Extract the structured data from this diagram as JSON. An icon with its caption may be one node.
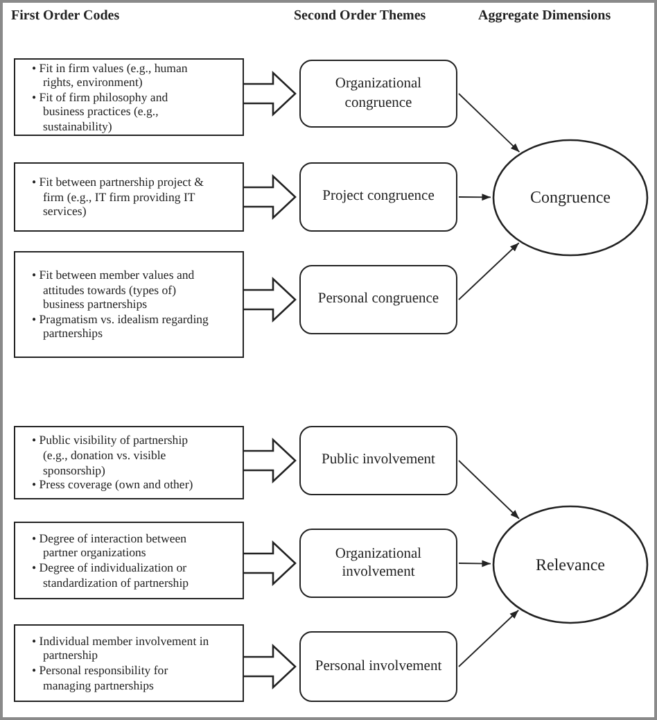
{
  "diagram": {
    "nodes": [
      {
        "text": [
          "• Fit in firm values (e.g., human rights, environment)",
          "• Fit of firm philosophy and  business practices (e.g., sustainability)"
        ]
      },
      {
        "text": [
          "Organizational congruence"
        ]
      },
      {
        "text": [
          "• Fit between partnership project & firm (e.g., IT firm providing IT services)"
        ]
      },
      {
        "text": [
          "Project congruence"
        ]
      },
      {
        "text": [
          "• Fit between member values and attitudes towards (types of) business partnerships",
          "• Pragmatism vs. idealism regarding partnerships"
        ]
      },
      {
        "text": [
          "Personal congruence"
        ]
      },
      {
        "text": [
          "Congruence"
        ]
      },
      {
        "text": [
          "• Public visibility of partnership (e.g., donation vs. visible sponsorship)",
          "• Press coverage (own and other)"
        ]
      },
      {
        "text": [
          "Public involvement"
        ]
      },
      {
        "text": [
          "• Degree of interaction between partner organizations",
          "• Degree of individualization or standardization of partnership"
        ]
      },
      {
        "text": [
          "Organizational involvement"
        ]
      },
      {
        "text": [
          "• Individual member involvement in partnership",
          "• Personal responsibility for managing partnerships"
        ]
      },
      {
        "text": [
          "Personal involvement"
        ]
      },
      {
        "text": [
          "Relevance"
        ]
      }
    ],
    "edges": [
      {
        "from": 0,
        "to": 1,
        "arrow": "to",
        "style": "thick"
      },
      {
        "from": 2,
        "to": 3,
        "arrow": "to",
        "style": "thick"
      },
      {
        "from": 4,
        "to": 5,
        "arrow": "to",
        "style": "thick"
      },
      {
        "from": 1,
        "to": 6,
        "arrow": "to"
      },
      {
        "from": 3,
        "to": 6,
        "arrow": "to"
      },
      {
        "from": 5,
        "to": 6,
        "arrow": "to"
      },
      {
        "from": 7,
        "to": 8,
        "arrow": "to",
        "style": "thick"
      },
      {
        "from": 9,
        "to": 10,
        "arrow": "to",
        "style": "thick"
      },
      {
        "from": 11,
        "to": 12,
        "arrow": "to",
        "style": "thick"
      },
      {
        "from": 8,
        "to": 13,
        "arrow": "to"
      },
      {
        "from": 10,
        "to": 13,
        "arrow": "to"
      },
      {
        "from": 12,
        "to": 13,
        "arrow": "to"
      }
    ],
    "labels": [
      "First Order Codes",
      "Second Order Themes",
      "Aggregate Dimensions"
    ]
  }
}
